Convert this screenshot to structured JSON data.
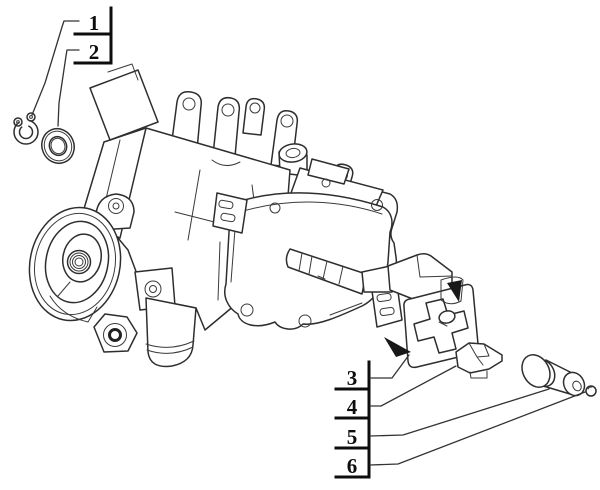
{
  "figure": {
    "type": "exploded-parts-diagram",
    "background_color": "#ffffff",
    "line_color": "#2e2e2e",
    "callout_color": "#0d0d0d",
    "callouts": [
      {
        "label": "1"
      },
      {
        "label": "2"
      },
      {
        "label": "3"
      },
      {
        "label": "4"
      },
      {
        "label": "5"
      },
      {
        "label": "6"
      }
    ]
  }
}
